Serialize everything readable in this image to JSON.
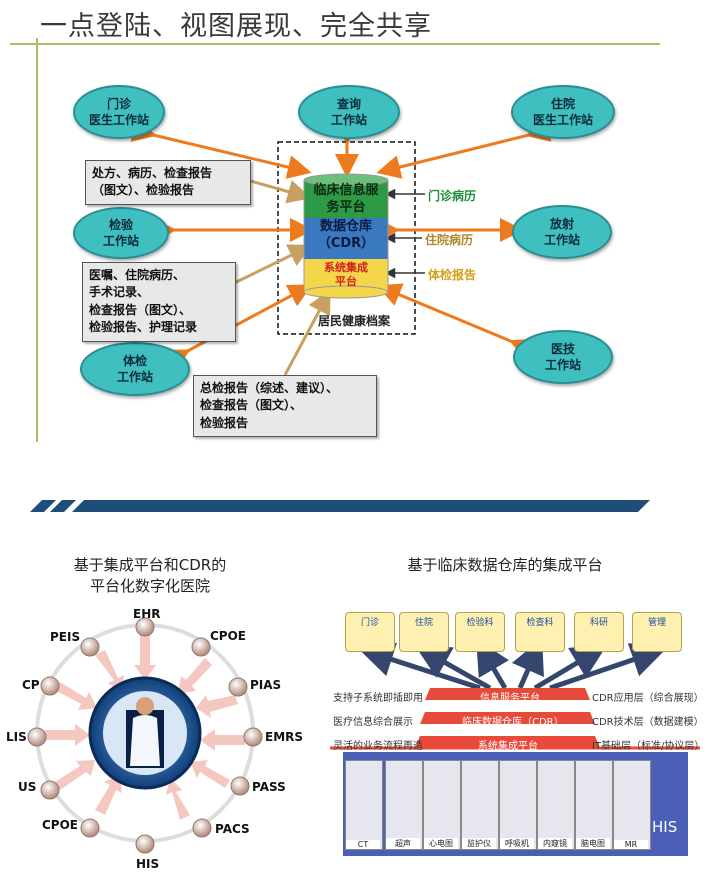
{
  "title": "一点登陆、视图展现、完全共享",
  "top": {
    "stations": {
      "outpatient": "门诊\n医生工作站",
      "query": "查询\n工作站",
      "inpatient": "住院\n医生工作站",
      "lab": "检验\n工作站",
      "radiology": "放射\n工作站",
      "physical": "体检\n工作站",
      "medtech": "医技\n工作站"
    },
    "notes": {
      "rx": "处方、病历、检查报告\n（图文）、检验报告",
      "orders": "医嘱、住院病历、\n手术记录、\n检查报告（图文）、\n检验报告、护理记录",
      "exam": "总检报告（综述、建议）、\n检查报告（图文）、\n检验报告"
    },
    "cylinder": {
      "layer1": "临床信息服\n务平台",
      "layer2": "数据仓库\n（CDR）",
      "layer3": "系统集成\n平台"
    },
    "side_labels": {
      "outpatient_record": "门诊病历",
      "inpatient_record": "住院病历",
      "exam_report": "体检报告"
    },
    "archive": "居民健康档案",
    "colors": {
      "green": "#1f8f3a",
      "brown": "#b08a2a",
      "gold": "#d4a017",
      "arrow_orange": "#ee7a1e",
      "arrow_tan": "#c8a060"
    }
  },
  "bottom_left": {
    "caption": "基于集成平台和CDR的\n平台化数字化医院",
    "nodes": [
      "EHR",
      "CPOE",
      "PIAS",
      "EMRS",
      "PASS",
      "PACS",
      "HIS",
      "CPOE",
      "US",
      "LIS",
      "CP",
      "PEIS"
    ]
  },
  "bottom_right": {
    "caption": "基于临床数据仓库的集成平台",
    "terminals": [
      "门诊",
      "住院",
      "检验科",
      "检查科",
      "科研",
      "管理"
    ],
    "layers": [
      "信息服务平台",
      "临床数据仓库（CDR）",
      "系统集成平台"
    ],
    "left_notes": [
      "支持子系统即插即用",
      "医疗信息综合展示",
      "灵活的业务流程再造"
    ],
    "right_notes": [
      "CDR应用层（综合展现）",
      "CDR技术层（数据建模）",
      "IT基础层（标准/协议层）"
    ],
    "machines": [
      "CT",
      "超声",
      "心电图",
      "监护仪",
      "呼吸机",
      "内窥镜",
      "脑电图",
      "MR"
    ],
    "his": "HIS"
  }
}
